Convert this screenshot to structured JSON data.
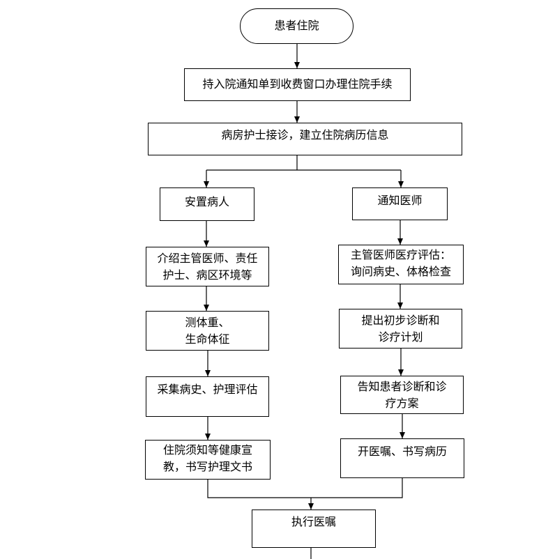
{
  "flowchart": {
    "start": "患者住院",
    "step1": "持入院通知单到收费窗口办理住院手续",
    "step2": "病房护士接诊，建立住院病历信息",
    "left": {
      "head": "安置病人",
      "s1": [
        "介绍主管医师、责任",
        "护士、病区环境等"
      ],
      "s2": [
        "测体重、",
        "生命体征"
      ],
      "s3": "采集病史、护理评估",
      "s4": [
        "住院须知等健康宣",
        "教，书写护理文书"
      ]
    },
    "right": {
      "head": "通知医师",
      "s1": [
        "主管医师医疗评估：",
        "询问病史、体格检查"
      ],
      "s2": [
        "提出初步诊断和",
        "诊疗计划"
      ],
      "s3": [
        "告知患者诊断和诊",
        "疗方案"
      ],
      "s4": "开医嘱、书写病历"
    },
    "final": "执行医嘱"
  }
}
